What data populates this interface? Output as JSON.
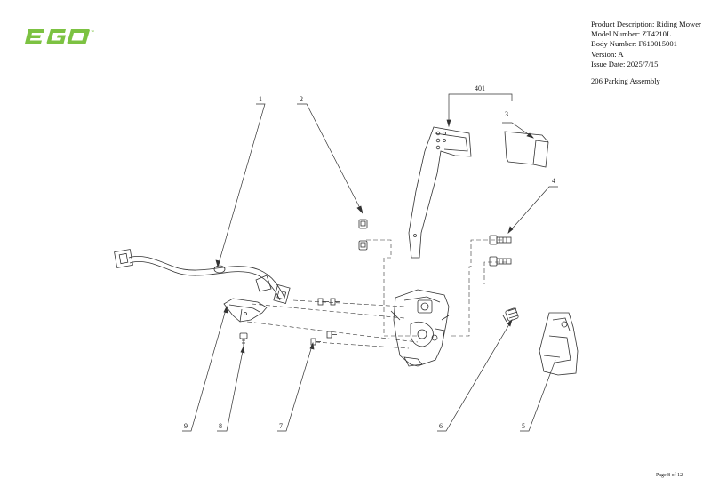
{
  "brand": {
    "logo_text": "EGO",
    "trademark": "™",
    "accent_color": "#7cc242"
  },
  "info": {
    "product_description": "Product Description: Riding Mower",
    "model_number": "Model Number: ZT4210L",
    "body_number": "Body Number: F610015001",
    "version": "Version: A",
    "issue_date": "Issue Date: 2025/7/15",
    "assembly_title": "206 Parking Assembly"
  },
  "callouts": {
    "c1": "1",
    "c2": "2",
    "c3": "3",
    "c4": "4",
    "c5": "5",
    "c6": "6",
    "c7": "7",
    "c8": "8",
    "c9": "9",
    "c401": "401"
  },
  "footer": {
    "page": "Page 8 of 12"
  }
}
